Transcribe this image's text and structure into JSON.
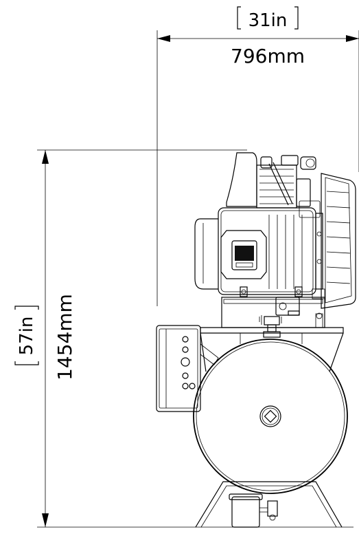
{
  "dimensions": {
    "width": {
      "inches": "31in",
      "mm": "796mm"
    },
    "height": {
      "inches": "57in",
      "mm": "1454mm"
    }
  }
}
